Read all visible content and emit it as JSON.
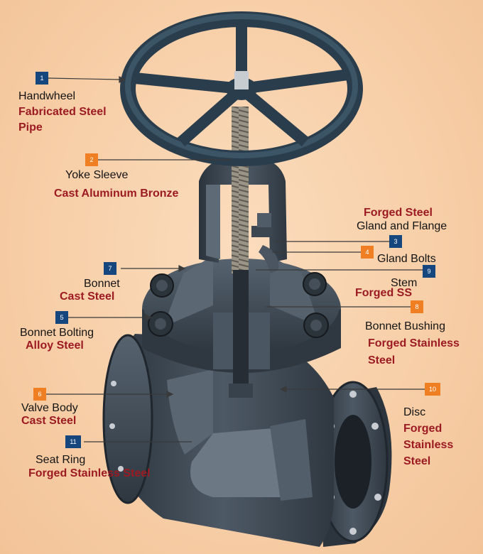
{
  "colors": {
    "background": "#f7cfa8",
    "material_text": "#9c1a22",
    "badge_blue": "#16467e",
    "badge_orange": "#ef7f22",
    "valve_body": "#3e4a55"
  },
  "callouts": [
    {
      "num": "1",
      "color": "blue",
      "name": "Handwheel",
      "material": [
        "Fabricated Steel",
        "Pipe"
      ]
    },
    {
      "num": "2",
      "color": "orange",
      "name": "Yoke Sleeve",
      "material": [
        "Cast Aluminum Bronze"
      ]
    },
    {
      "num": "3",
      "color": "blue",
      "name": "Gland and Flange",
      "material": [
        "Forged Steel"
      ]
    },
    {
      "num": "4",
      "color": "orange",
      "name": "Gland Bolts",
      "material": []
    },
    {
      "num": "9",
      "color": "blue",
      "name": "Stem",
      "material": [
        "Forged SS"
      ]
    },
    {
      "num": "7",
      "color": "blue",
      "name": "Bonnet",
      "material": [
        "Cast Steel"
      ]
    },
    {
      "num": "8",
      "color": "orange",
      "name": "Bonnet Bushing",
      "material": [
        "Forged Stainless",
        "Steel"
      ]
    },
    {
      "num": "5",
      "color": "blue",
      "name": "Bonnet Bolting",
      "material": [
        "Alloy Steel"
      ]
    },
    {
      "num": "6",
      "color": "orange",
      "name": "Valve Body",
      "material": [
        "Cast Steel"
      ]
    },
    {
      "num": "10",
      "color": "orange",
      "name": "Disc",
      "material": [
        "Forged",
        "Stainless",
        "Steel"
      ]
    },
    {
      "num": "11",
      "color": "blue",
      "name": "Seat Ring",
      "material": [
        "Forged Stainless Steel"
      ]
    }
  ]
}
